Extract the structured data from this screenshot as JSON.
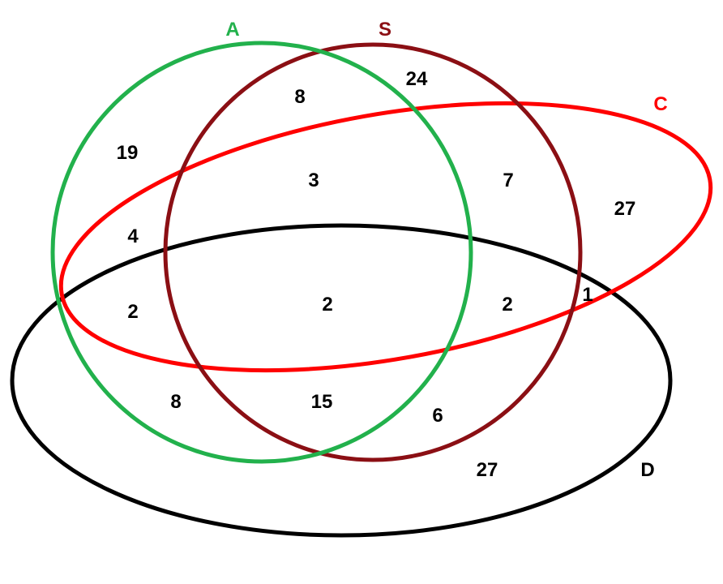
{
  "sets": {
    "A": {
      "label": "A",
      "color": "#22b14c"
    },
    "S": {
      "label": "S",
      "color": "#8b0f14"
    },
    "C": {
      "label": "C",
      "color": "#ff0000"
    },
    "D": {
      "label": "D",
      "color": "#000000"
    }
  },
  "regions": {
    "a_only": "19",
    "a_s_only": "8",
    "s_only": "24",
    "a_c_only": "4",
    "a_s_c_only": "3",
    "s_c_only": "7",
    "c_only": "27",
    "a_c_d_only": "2",
    "a_s_c_d": "2",
    "s_c_d_only": "2",
    "c_d_only": "1",
    "a_d_only": "8",
    "a_s_d_only": "15",
    "s_d_only": "6",
    "d_only": "27"
  }
}
